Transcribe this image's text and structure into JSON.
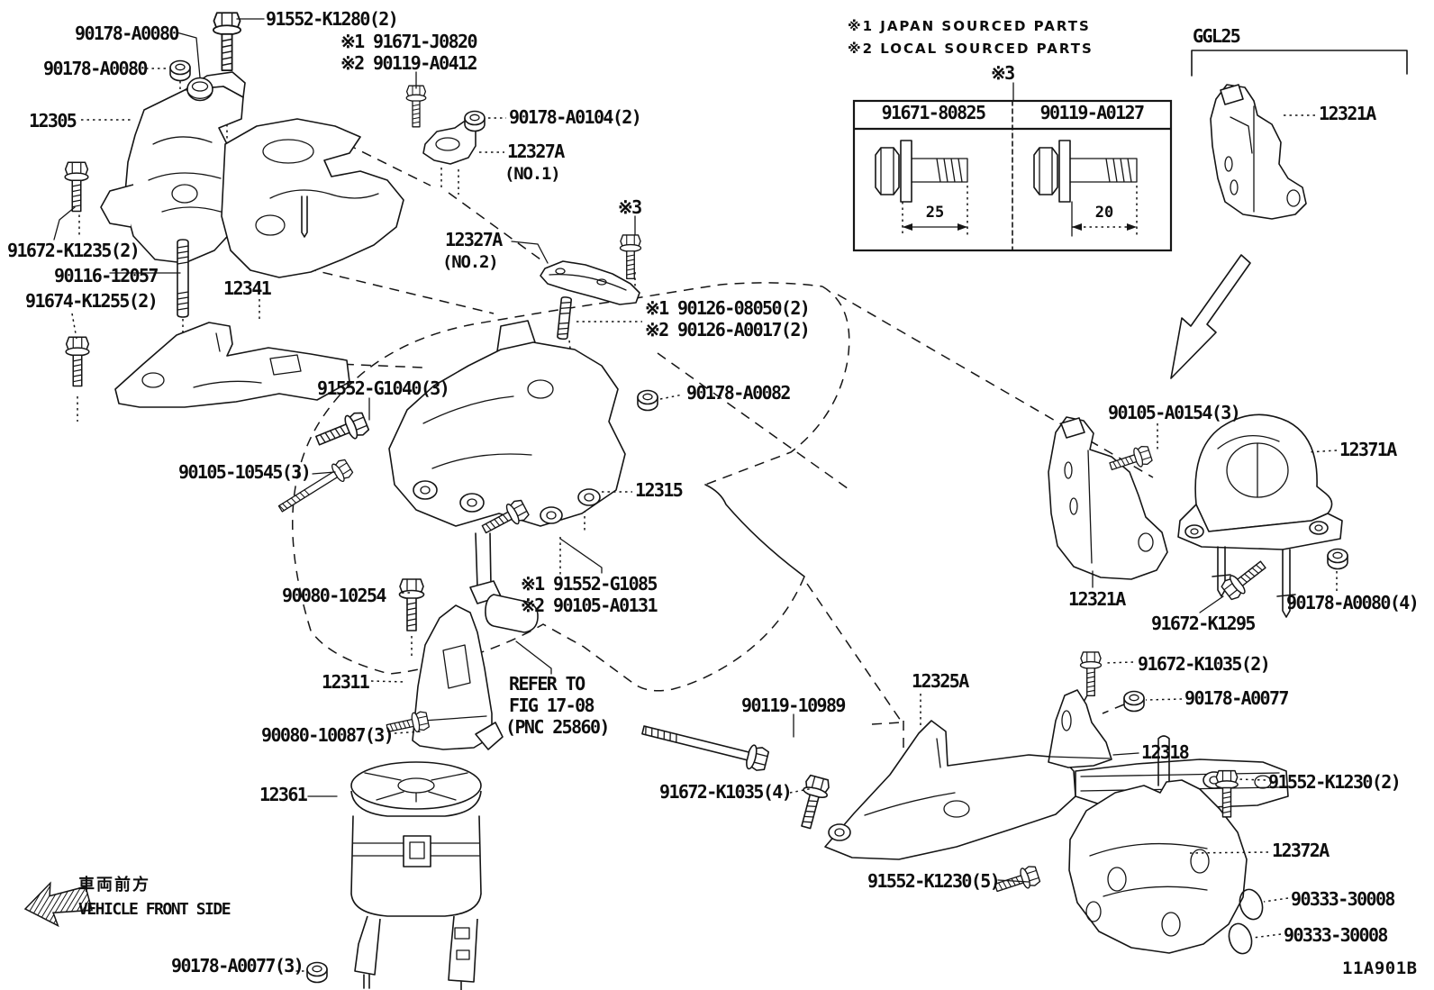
{
  "diagram": {
    "footer_code": "11A901B"
  },
  "notes": {
    "sourcing_1": "※1 JAPAN SOURCED PARTS",
    "sourcing_2": "※2 LOCAL SOURCED PARTS",
    "table_ref": "※3",
    "variant_code": "GGL25",
    "front_side_jp": "車両前方",
    "front_side_en": "VEHICLE FRONT SIDE",
    "refer_line_1": "REFER TO",
    "refer_line_2": "FIG 17-08",
    "refer_line_3": "(PNC 25860)"
  },
  "bolt_table": {
    "columns": [
      "91671-80825",
      "90119-A0127"
    ],
    "lengths_mm": [
      "25",
      "20"
    ]
  },
  "labels": [
    {
      "text": "90178-A0080"
    },
    {
      "text": "91552-K1280(2)"
    },
    {
      "text": "90178-A0080"
    },
    {
      "text": "12305"
    },
    {
      "text": "※1 91671-J0820"
    },
    {
      "text": "※2 90119-A0412"
    },
    {
      "text": "90178-A0104(2)"
    },
    {
      "text": "12327A"
    },
    {
      "text": "(NO.1)"
    },
    {
      "text": "12327A"
    },
    {
      "text": "(NO.2)"
    },
    {
      "text": "※3"
    },
    {
      "text": "※1 90126-08050(2)"
    },
    {
      "text": "※2 90126-A0017(2)"
    },
    {
      "text": "90178-A0082"
    },
    {
      "text": "91672-K1235(2)"
    },
    {
      "text": "90116-12057"
    },
    {
      "text": "91674-K1255(2)"
    },
    {
      "text": "12341"
    },
    {
      "text": "91552-G1040(3)"
    },
    {
      "text": "90105-10545(3)"
    },
    {
      "text": "12315"
    },
    {
      "text": "※1 91552-G1085"
    },
    {
      "text": "※2 90105-A0131"
    },
    {
      "text": "90080-10254"
    },
    {
      "text": "12311"
    },
    {
      "text": "90080-10087(3)"
    },
    {
      "text": "12361"
    },
    {
      "text": "90178-A0077(3)"
    },
    {
      "text": "90105-A0154(3)"
    },
    {
      "text": "12371A"
    },
    {
      "text": "12321A"
    },
    {
      "text": "91672-K1295"
    },
    {
      "text": "90178-A0080(4)"
    },
    {
      "text": "91672-K1035(2)"
    },
    {
      "text": "90178-A0077"
    },
    {
      "text": "12318"
    },
    {
      "text": "91552-K1230(2)"
    },
    {
      "text": "90119-10989"
    },
    {
      "text": "12325A"
    },
    {
      "text": "91672-K1035(4)"
    },
    {
      "text": "91552-K1230(5)"
    },
    {
      "text": "12372A"
    },
    {
      "text": "90333-30008"
    },
    {
      "text": "90333-30008"
    },
    {
      "text": "12321A"
    }
  ]
}
